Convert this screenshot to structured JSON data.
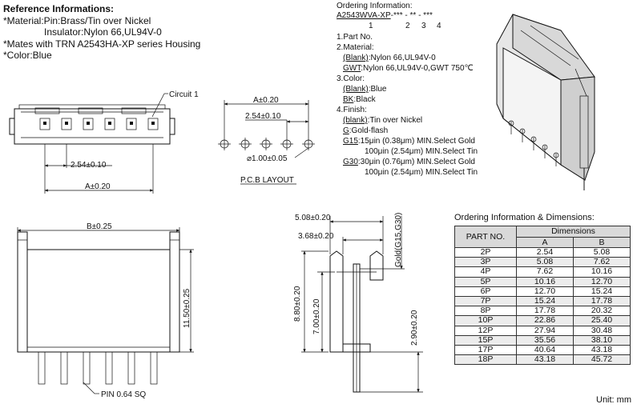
{
  "reference": {
    "title": "Reference Informations:",
    "lines": [
      "*Material:Pin:Brass/Tin over Nickel",
      "Insulator:Nylon 66,UL94V-0",
      "*Mates with TRN A2543HA-XP series Housing",
      "*Color:Blue"
    ]
  },
  "ordering": {
    "title": "Ordering Information:",
    "code": "A2543WVA-XP",
    "code_suffix": "-*** - ** - ***",
    "code_nums": [
      "1",
      "2",
      "3",
      "4"
    ],
    "items": {
      "part_no": "1.Part No.",
      "material_h": "2.Material:",
      "mat_blank_key": "(Blank)",
      "mat_blank_val": ":Nylon 66,UL94V-0",
      "mat_gwt_key": "GWT",
      "mat_gwt_val": ":Nylon 66,UL94V-0,GWT 750℃",
      "color_h": "3.Color:",
      "col_blank_key": "(Blank)",
      "col_blank_val": ":Blue",
      "col_bk_key": "BK",
      "col_bk_val": ":Black",
      "finish_h": "4.Finish:",
      "fin_blank_key": "(blank)",
      "fin_blank_val": ":Tin over Nickel",
      "fin_g_key": "G",
      "fin_g_val": ":Gold-flash",
      "fin_g15_key": "G15",
      "fin_g15_val": ":15μin (0.38μm) MIN.Select Gold",
      "fin_g15_val2": "100μin (2.54μm) MIN.Select Tin",
      "fin_g30_key": "G30",
      "fin_g30_val": ":30μin (0.76μm) MIN.Select Gold",
      "fin_g30_val2": "100μin (2.54μm) MIN.Select Tin"
    }
  },
  "drawing": {
    "circuit1": "Circuit 1",
    "dim_254": "2.54±0.10",
    "dim_a": "A±0.20",
    "pcb_a": "A±0.20",
    "pcb_254": "2.54±0.10",
    "pcb_hole": "⌀1.00±0.05",
    "pcb_layout": "P.C.B LAYOUT",
    "dim_b": "B±0.25",
    "dim_1150": "11.50±0.25",
    "pin_sq": "PIN 0.64 SQ",
    "dim_508": "5.08±0.20",
    "dim_368": "3.68±0.20",
    "dim_880": "8.80±0.20",
    "dim_700": "7.00±0.20",
    "dim_290": "2.90±0.20",
    "gold": "Gold(G15,G30)"
  },
  "dimensions_table": {
    "caption": "Ordering Information & Dimensions:",
    "col_part": "PART NO.",
    "col_dims": "Dimensions",
    "col_a": "A",
    "col_b": "B",
    "rows": [
      [
        "2P",
        "2.54",
        "5.08"
      ],
      [
        "3P",
        "5.08",
        "7.62"
      ],
      [
        "4P",
        "7.62",
        "10.16"
      ],
      [
        "5P",
        "10.16",
        "12.70"
      ],
      [
        "6P",
        "12.70",
        "15.24"
      ],
      [
        "7P",
        "15.24",
        "17.78"
      ],
      [
        "8P",
        "17.78",
        "20.32"
      ],
      [
        "10P",
        "22.86",
        "25.40"
      ],
      [
        "12P",
        "27.94",
        "30.48"
      ],
      [
        "15P",
        "35.56",
        "38.10"
      ],
      [
        "17P",
        "40.64",
        "43.18"
      ],
      [
        "18P",
        "43.18",
        "45.72"
      ]
    ],
    "unit": "Unit: mm"
  }
}
